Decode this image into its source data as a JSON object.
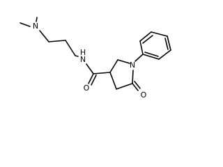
{
  "molecule": {
    "atoms": {
      "n_dimethyl": "N",
      "n_amide": "N",
      "n_ring": "N",
      "o_amide": "O",
      "o_ring": "O"
    },
    "amide_nh_hydrogen": "H"
  }
}
